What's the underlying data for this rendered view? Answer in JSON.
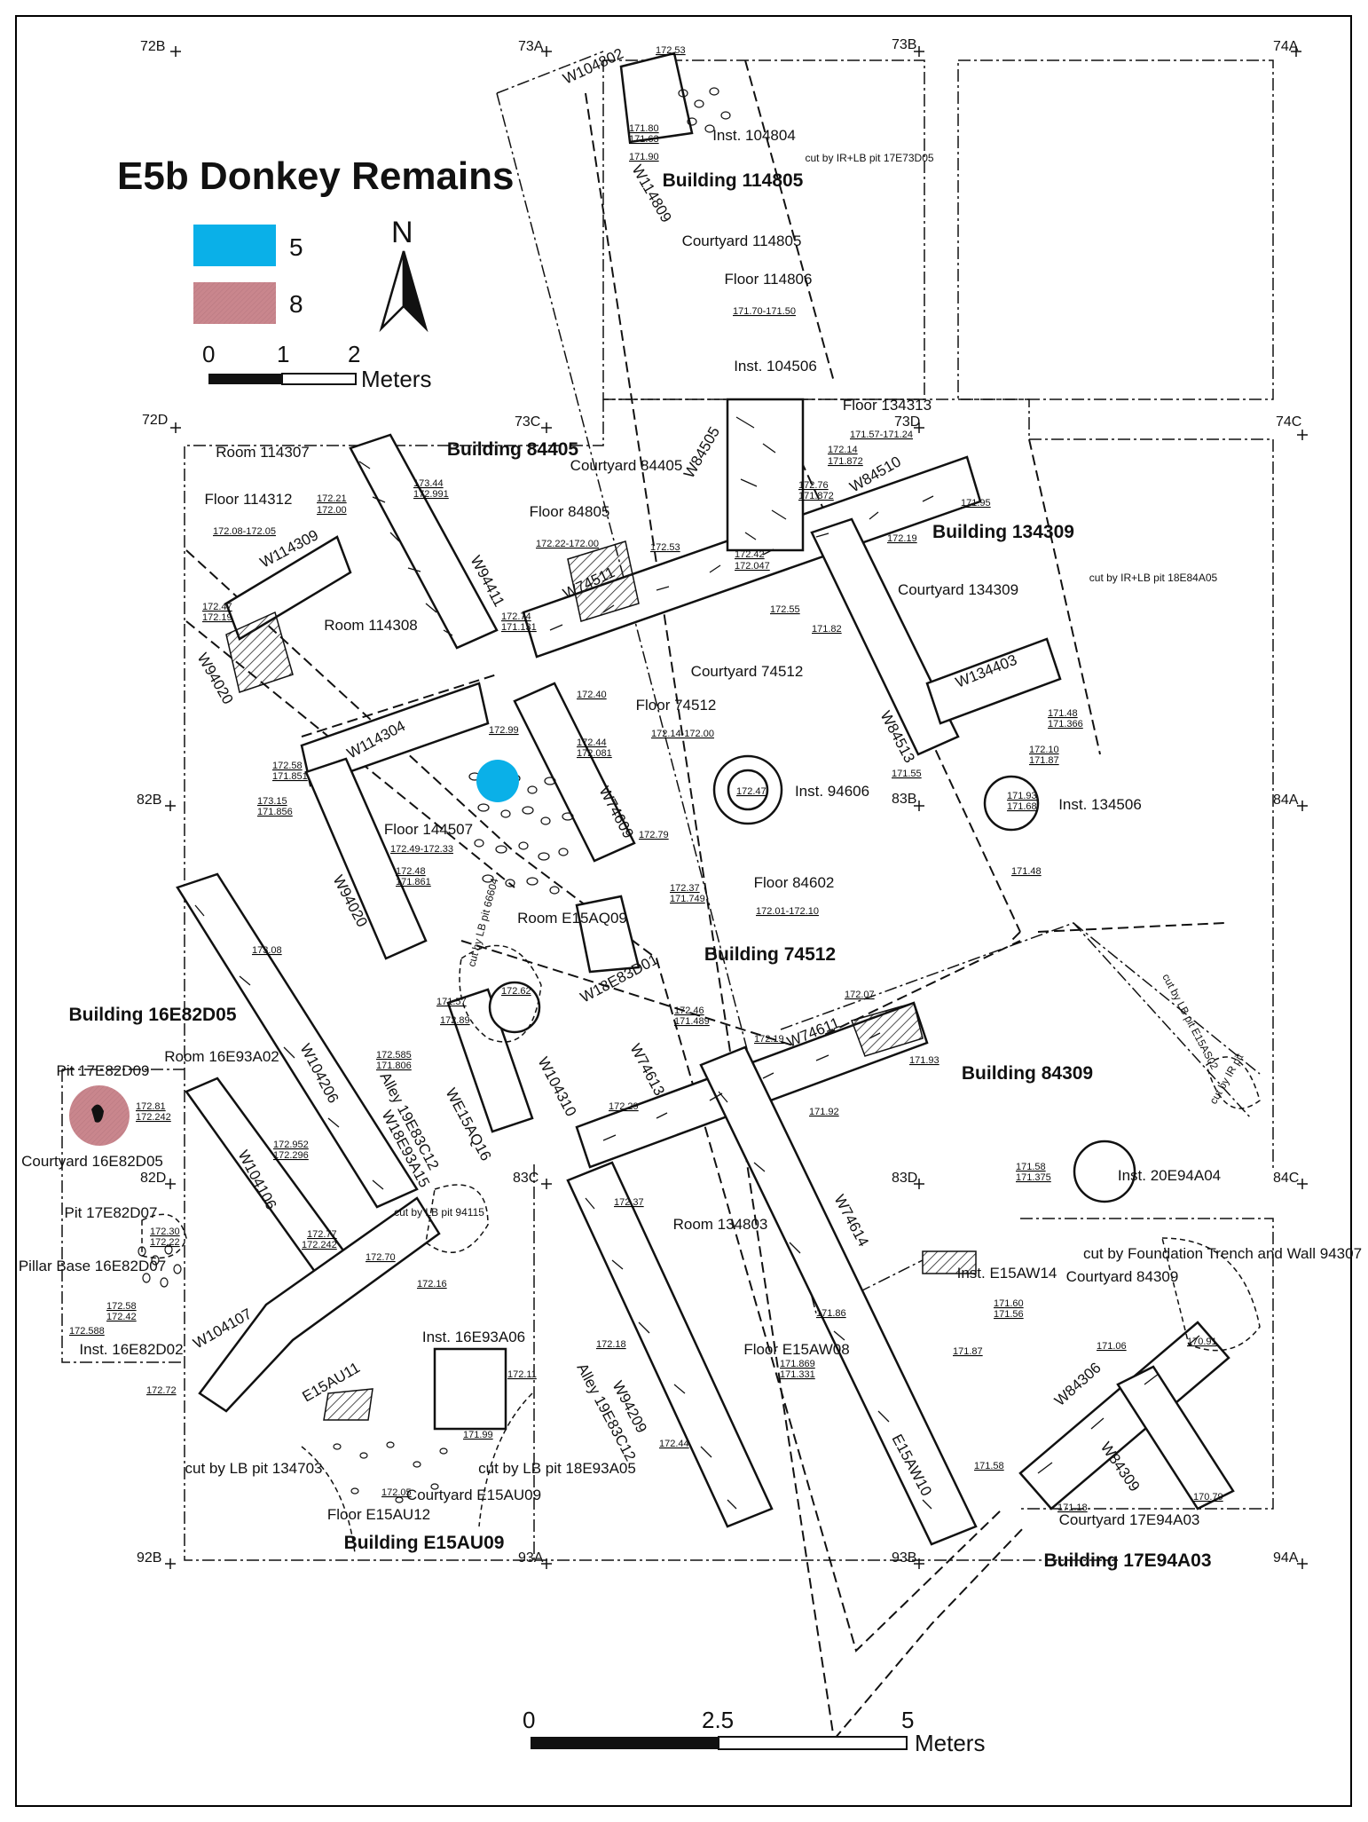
{
  "map": {
    "title": "E5b Donkey Remains",
    "north_label": "N",
    "legend": [
      {
        "label": "5",
        "color": "#0ab0e8"
      },
      {
        "label": "8",
        "color": "#c9868d"
      }
    ],
    "small_scale": {
      "ticks": [
        "0",
        "1",
        "2"
      ],
      "unit": "Meters"
    },
    "big_scale": {
      "ticks": [
        "0",
        "2.5",
        "5"
      ],
      "unit": "Meters"
    },
    "grid_labels": [
      "72B",
      "73A",
      "73B",
      "74A",
      "72D",
      "73C",
      "73D",
      "74C",
      "82B",
      "83B",
      "84A",
      "82D",
      "83C",
      "83D",
      "84C",
      "92B",
      "93A",
      "93B",
      "94A"
    ],
    "buildings": [
      "Building 114805",
      "Building 84405",
      "Building 134309",
      "Building 74512",
      "Building 16E82D05",
      "Building 84309",
      "Building E15AU09",
      "Building 17E94A03"
    ],
    "rooms": [
      "Room 114307",
      "Room 114308",
      "Room E15AQ09",
      "Room 16E93A02",
      "Room 134803"
    ],
    "courtyards": [
      "Courtyard 114805",
      "Courtyard 84405",
      "Courtyard 134309",
      "Courtyard 74512",
      "Courtyard 16E82D05",
      "Courtyard 84309",
      "Courtyard E15AU09",
      "Courtyard 17E94A03"
    ],
    "floors": [
      "Floor 114806",
      "Floor 114312",
      "Floor 84805",
      "Floor 74512",
      "Floor 144507",
      "Floor 84602",
      "Floor 134313",
      "Floor E15AW08",
      "Floor E15AU12"
    ],
    "installations": [
      "Inst. 104804",
      "Inst. 104506",
      "Inst. 94606",
      "Inst. 134506",
      "Inst. 20E94A04",
      "Inst. E15AW14",
      "Inst. 16E93A06",
      "Inst. 16E82D02"
    ],
    "walls": [
      "W104802",
      "W114809",
      "W84505",
      "W84510",
      "W114309",
      "W94411",
      "W74511",
      "W94020",
      "W114304",
      "W74609",
      "W84513",
      "W134403",
      "W94020",
      "W18E83D01",
      "W104206",
      "W104310",
      "W74613",
      "W74611",
      "W74614",
      "W104106",
      "W104107",
      "W94209",
      "E15AW10",
      "W84306",
      "W84309",
      "E15AU11",
      "WE15AQ16",
      "W18E93A15"
    ],
    "pits": [
      "Pit 17E82D09",
      "Pit 17E82D07",
      "Pillar Base 16E82D07",
      "Alley 19E83C12",
      "Alley 19E83C12"
    ],
    "cuts": [
      "cut by IR+LB pit 17E73D05",
      "cut by IR+LB pit 18E84A05",
      "cut by LB pit E15AS02",
      "cut by IR pit",
      "cut by Foundation Trench and Wall 94307",
      "cut by LB pit 134703",
      "cut by LB pit 18E93A05",
      "cut by LB pit 66604",
      "cut by LB pit 94115"
    ],
    "elevations": [
      "172.53",
      "171.80",
      "171.63",
      "171.90",
      "171.70-171.50",
      "171.57-171.24",
      "172.14",
      "171.872",
      "173.44",
      "172.991",
      "172.21",
      "172.00",
      "172.08-172.05",
      "172.76",
      "171.872",
      "171.95",
      "172.19",
      "172.42",
      "172.047",
      "172.53",
      "172.55",
      "172.74",
      "171.131",
      "172.47",
      "172.19",
      "172.22-172.00",
      "171.82",
      "172.40",
      "172.99",
      "172.44",
      "172.081",
      "172.14-172.00",
      "172.47",
      "171.48",
      "171.366",
      "172.10",
      "171.87",
      "171.93",
      "171.68",
      "171.55",
      "172.58",
      "171.851",
      "173.15",
      "171.856",
      "172.49-172.33",
      "172.48",
      "171.861",
      "172.79",
      "172.37",
      "171.749",
      "172.01-172.10",
      "171.48",
      "173.08",
      "172.62",
      "171.57",
      "172.89",
      "172.585",
      "171.806",
      "172.46",
      "171.489",
      "172.07",
      "172.19",
      "171.93",
      "172.29",
      "171.92",
      "172.81",
      "172.242",
      "172.952",
      "172.296",
      "171.58",
      "171.375",
      "172.37",
      "172.30",
      "172.22",
      "172.77",
      "172.242",
      "172.70",
      "171.60",
      "171.56",
      "172.58",
      "172.42",
      "172.588",
      "172.16",
      "171.86",
      "172.18",
      "171.869",
      "171.331",
      "171.87",
      "171.06",
      "170.91",
      "172.11",
      "171.99",
      "172.72",
      "172.44",
      "172.05",
      "171.58",
      "170.79",
      "171.18"
    ]
  }
}
